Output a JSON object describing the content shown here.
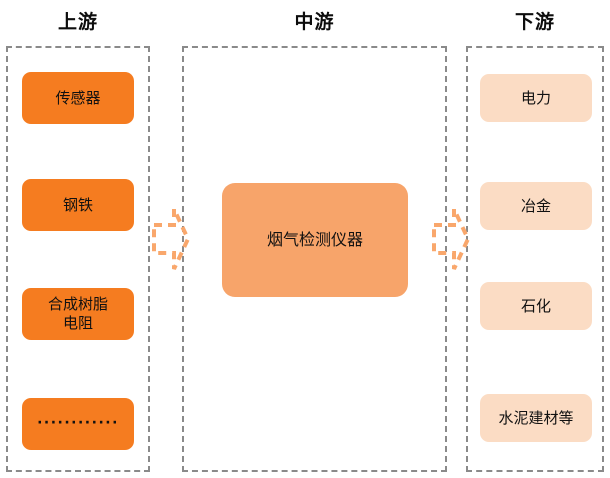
{
  "columns": {
    "upstream": {
      "header": "上游",
      "nodes": [
        {
          "label": "传感器"
        },
        {
          "label": "钢铁"
        },
        {
          "label": "合成树脂\n电阻"
        },
        {
          "label": "············"
        }
      ]
    },
    "midstream": {
      "header": "中游",
      "nodes": [
        {
          "label": "烟气检测仪器"
        }
      ]
    },
    "downstream": {
      "header": "下游",
      "nodes": [
        {
          "label": "电力"
        },
        {
          "label": "冶金"
        },
        {
          "label": "石化"
        },
        {
          "label": "水泥建材等"
        }
      ]
    }
  },
  "connectors": [
    {
      "name": "upstream-to-midstream",
      "direction": "right"
    },
    {
      "name": "midstream-to-downstream",
      "direction": "right"
    }
  ],
  "colors": {
    "upstream_node": "#F57C20",
    "midstream_node": "#F7A46A",
    "downstream_node": "#FBDCC4",
    "group_border": "#8A8A8A",
    "arrow": "#F9A76C",
    "header_text": "#0D0D0D",
    "background": "#FFFFFF"
  }
}
